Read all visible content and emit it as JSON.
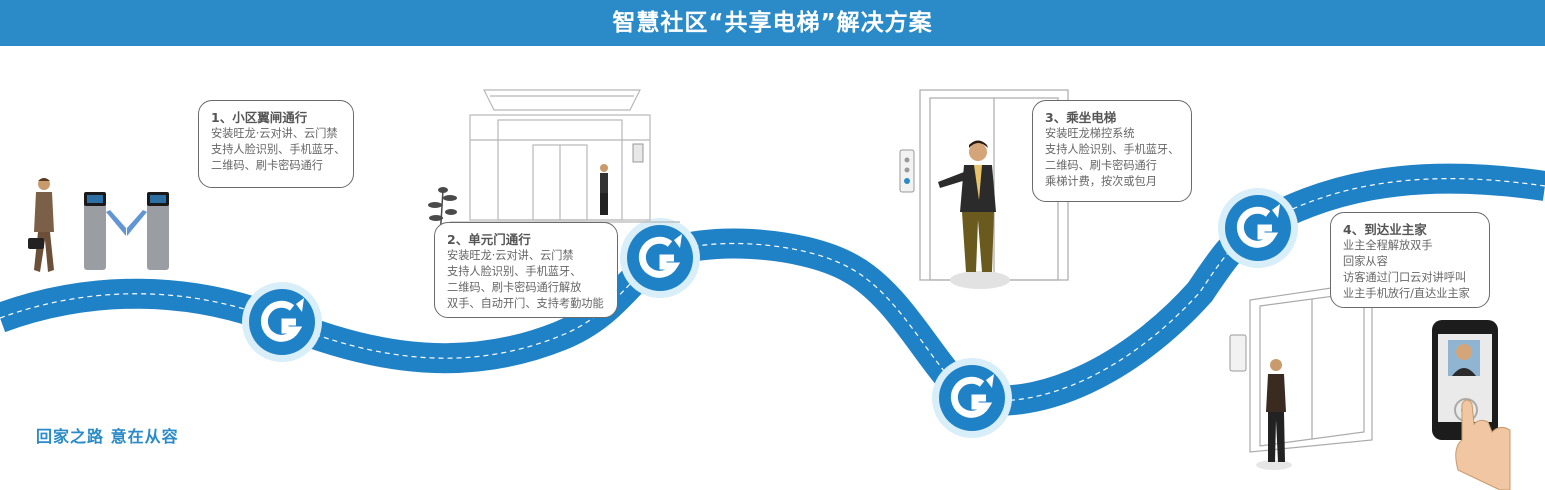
{
  "header": {
    "title": "智慧社区“共享电梯”解决方案"
  },
  "colors": {
    "accent": "#2a8bc8",
    "road": "#1f82c6",
    "bubble_border": "#6b6b6b",
    "text": "#666666"
  },
  "steps": [
    {
      "title": "1、小区翼闸通行",
      "lines": [
        "安装旺龙·云对讲、云门禁",
        "支持人脸识别、手机蓝牙、",
        "二维码、刷卡密码通行"
      ]
    },
    {
      "title": "2、单元门通行",
      "lines": [
        "安装旺龙·云对讲、云门禁",
        "支持人脸识别、手机蓝牙、",
        "二维码、刷卡密码通行解放",
        "双手、自动开门、支持考勤功能"
      ]
    },
    {
      "title": "3、乘坐电梯",
      "lines": [
        "安装旺龙梯控系统",
        "支持人脸识别、手机蓝牙、",
        "二维码、刷卡密码通行",
        "乘梯计费，按次或包月"
      ]
    },
    {
      "title": "4、到达业主家",
      "lines": [
        "业主全程解放双手",
        "回家从容",
        "访客通过门口云对讲呼叫",
        "业主手机放行/直达业主家"
      ]
    }
  ],
  "slogan": "回家之路   意在从容",
  "icons": [
    "brand-logo-icon",
    "turnstile-icon",
    "businessman-icon",
    "building-door-icon",
    "elevator-icon",
    "intercom-panel-icon",
    "smartphone-icon",
    "plant-icon"
  ]
}
